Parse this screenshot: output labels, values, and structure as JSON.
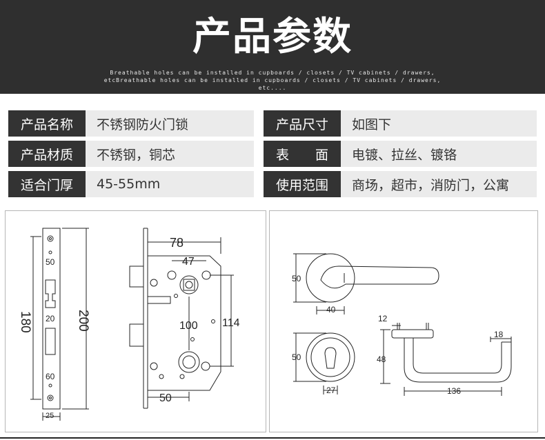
{
  "header": {
    "title": "产品参数",
    "subtitle": "Breathable holes can be installed in cupboards / closets / TV cabinets / drawers, etcBreathable holes can be installed in cupboards / closets / TV cabinets / drawers, etc...."
  },
  "specs": [
    {
      "label": "产品名称",
      "value": "不锈钢防火门锁"
    },
    {
      "label": "产品尺寸",
      "value": "如图下"
    },
    {
      "label": "产品材质",
      "value": "不锈钢，铜芯"
    },
    {
      "label": "表　　面",
      "value": "电镀、拉丝、镀铬"
    },
    {
      "label": "适合门厚",
      "value": "45-55mm"
    },
    {
      "label": "使用范围",
      "value": "商场，超市，消防门，公寓"
    }
  ],
  "diagram_left": {
    "faceplate_dims": [
      "180",
      "200",
      "50",
      "20",
      "60",
      "25"
    ],
    "body_dims": [
      "78",
      "47",
      "100",
      "114",
      "50"
    ]
  },
  "diagram_right": {
    "rose_dims": [
      "50",
      "40"
    ],
    "escutcheon_dims": [
      "50",
      "27"
    ],
    "lever_dims": [
      "12",
      "48",
      "18",
      "136"
    ]
  }
}
